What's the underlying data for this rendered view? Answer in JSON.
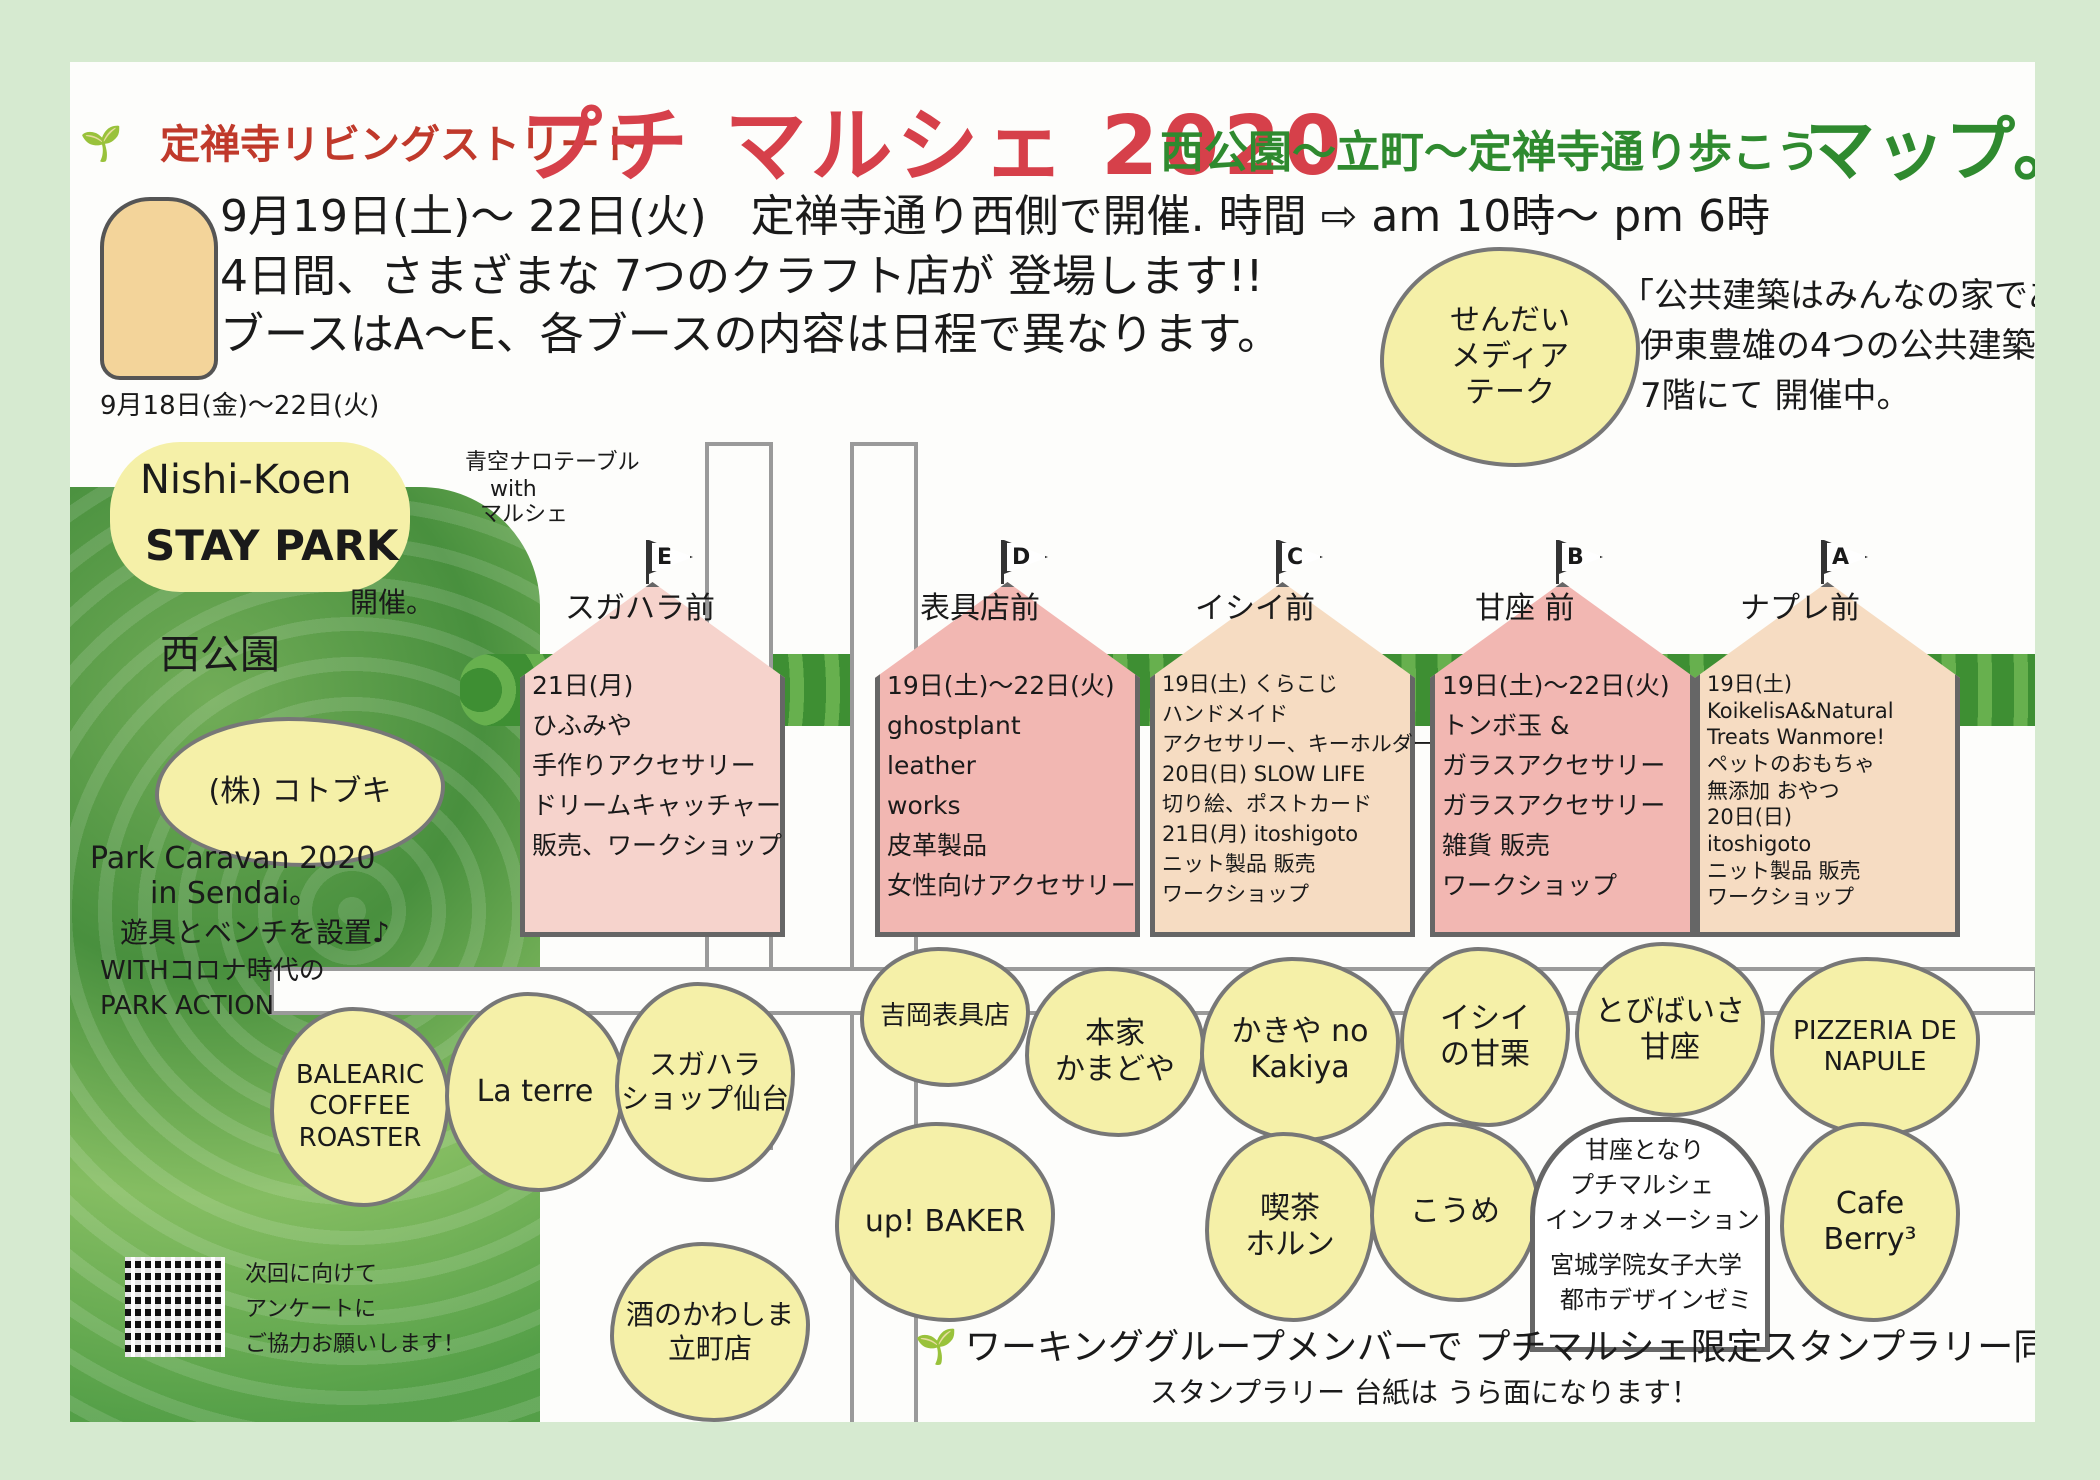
{
  "header": {
    "left": "定禅寺リビングストリート",
    "main": "プチ マルシェ 2020",
    "right": "西公園〜立町〜定禅寺通り歩こう",
    "map": "マップ。"
  },
  "info": {
    "line1": "9月19日(土)〜 22日(火)　定禅寺通り西側で開催. 時間 ⇨ am 10時〜 pm 6時",
    "line2": "4日間、さまざまな 7つのクラフト店が 登場します!!",
    "line3": "ブースはA〜E、各ブースの内容は日程で異なります。"
  },
  "media": {
    "cloud": "せんだい\nメディア\nテーク",
    "exhibit1": "「公共建築はみんなの家である」展",
    "exhibit2": "伊東豊雄の4つの公共建築",
    "exhibit3": "7階にて 開催中。"
  },
  "park": {
    "date": "9月18日(金)〜22日(火)",
    "name1": "Nishi-Koen",
    "name2": "STAY PARK",
    "held": "開催。",
    "note1": "青空ナロテーブル",
    "note2": "with",
    "note3": "マルシェ",
    "label": "西公園",
    "company": "(株) コトブキ",
    "caravan1": "Park Caravan 2020",
    "caravan2": "in Sendai。",
    "caravan3": "遊具とベンチを設置♪",
    "caravan4": "WITHコロナ時代の",
    "caravan5": "PARK ACTION"
  },
  "booths": [
    {
      "flag": "E",
      "name": "スガハラ前",
      "lines": [
        "21日(月)",
        "ひふみや",
        "手作りアクセサリー",
        "ドリームキャッチャー",
        "販売、ワークショップ"
      ]
    },
    {
      "flag": "D",
      "name": "表具店前",
      "lines": [
        "19日(土)〜22日(火)",
        "ghostplant",
        "leather",
        "works",
        "皮革製品",
        "女性向けアクセサリー"
      ]
    },
    {
      "flag": "C",
      "name": "イシイ前",
      "lines": [
        "19日(土) くらこじ",
        "ハンドメイド",
        "アクセサリー、キーホルダー",
        "20日(日) SLOW LIFE",
        "切り絵、ポストカード",
        "21日(月) itoshigoto",
        "ニット製品 販売",
        "ワークショップ"
      ]
    },
    {
      "flag": "B",
      "name": "甘座 前",
      "lines": [
        "19日(土)〜22日(火)",
        "トンボ玉 &",
        "ガラスアクセサリー",
        "ガラスアクセサリー",
        "雑貨 販売",
        "ワークショップ"
      ]
    },
    {
      "flag": "A",
      "name": "ナプレ前",
      "lines": [
        "19日(土)",
        "KoikelisA&Natural",
        "Treats Wanmore!",
        "ペットのおもちゃ",
        "無添加 おやつ",
        "20日(日)",
        "itoshigoto",
        "ニット製品 販売",
        "ワークショップ"
      ]
    }
  ],
  "shops": [
    "BALEARIC\nCOFFEE\nROASTER",
    "La terre",
    "スガハラ\nショップ仙台",
    "吉岡表具店",
    "本家\nかまどや",
    "かきや no\nKakiya",
    "イシイ\nの甘栗",
    "とびばいさ\n甘座",
    "PIZZERIA DE\nNAPULE",
    "up! BAKER",
    "喫茶\nホルン",
    "こうめ",
    "Cafe\nBerry³",
    "酒のかわしま\n立町店"
  ],
  "infobox": {
    "l1": "甘座となり",
    "l2": "プチマルシェ",
    "l3": "インフォメーション",
    "l4": "宮城学院女子大学",
    "l5": "都市デザインゼミ"
  },
  "qr": {
    "l1": "次回に向けて",
    "l2": "アンケートに",
    "l3": "ご協力お願いします！"
  },
  "stamp": {
    "l1": "ワーキンググループメンバーで プチマルシェ限定スタンプラリー同時開催。",
    "l2": "スタンプラリー 台紙は うら面になります！"
  }
}
